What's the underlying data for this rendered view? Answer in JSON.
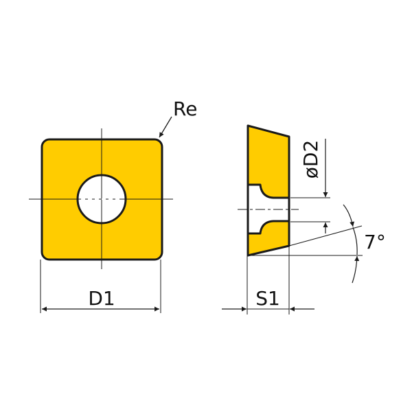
{
  "colors": {
    "insert_fill": "#FFCC00",
    "outline": "#1a1a1a",
    "hole_fill": "#ffffff",
    "background": "#ffffff"
  },
  "front_view": {
    "label_corner_radius": "Re",
    "label_width": "D1"
  },
  "side_view": {
    "label_thickness": "S1",
    "label_hole_diameter": "øD2",
    "label_angle": "7°"
  }
}
